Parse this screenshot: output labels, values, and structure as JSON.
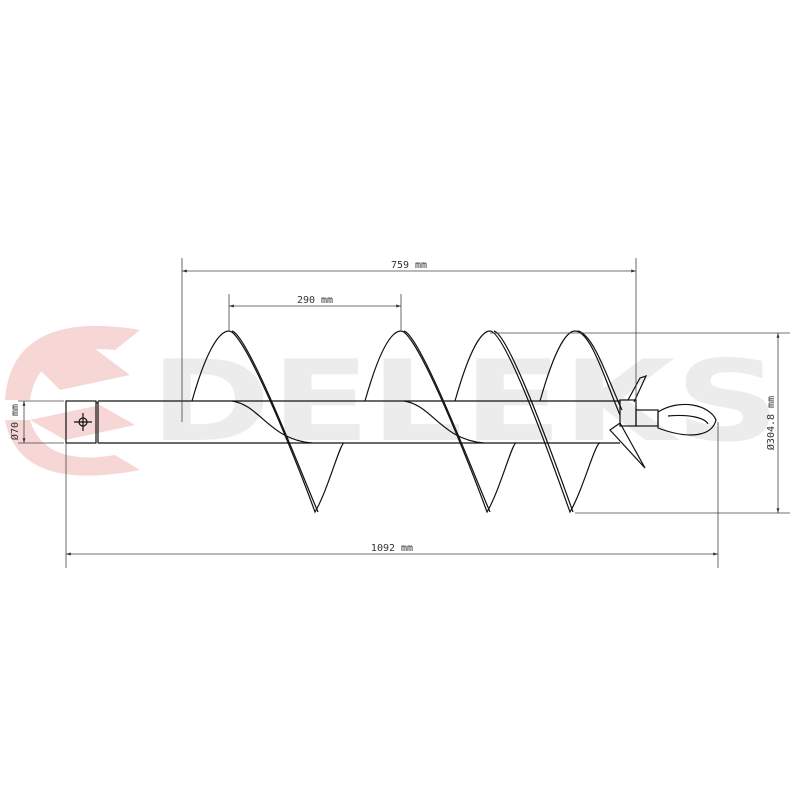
{
  "watermark": {
    "brand": "DELEKS",
    "logo_color": "#f6d4d4",
    "text_color": "#ececec"
  },
  "dimensions": {
    "flight_length": "759 mm",
    "pitch": "290 mm",
    "overall_length": "1092 mm",
    "shaft_diameter": "Ø70 mm",
    "flight_diameter": "Ø304.8 mm"
  },
  "colors": {
    "line": "#111111",
    "dim_line": "#444444"
  }
}
